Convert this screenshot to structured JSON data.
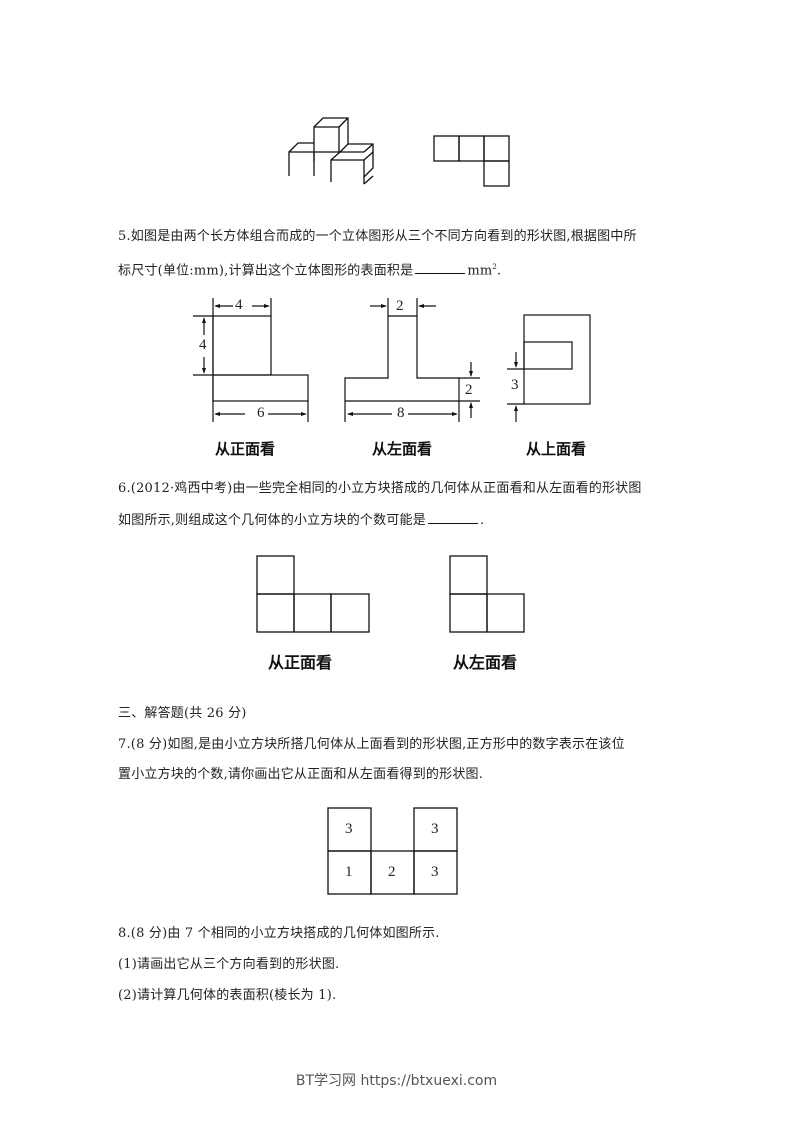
{
  "figure_top": {
    "cube_solid": {
      "description": "stack of small cubes (isometric drawing)"
    },
    "view_shape": {
      "cells": [
        [
          1,
          1,
          1
        ],
        [
          0,
          0,
          1
        ]
      ]
    }
  },
  "q5": {
    "line1": "5.如图是由两个长方体组合而成的一个立体图形从三个不同方向看到的形状图,根据图中所",
    "line2_before": "标尺寸(单位:mm),计算出这个立体图形的表面积是",
    "unit": "mm",
    "unit_sup": "2",
    "line2_after": ".",
    "views": [
      {
        "caption": "从正面看",
        "dims": {
          "top_width": "4",
          "top_height": "4",
          "bottom_width": "6"
        }
      },
      {
        "caption": "从左面看",
        "dims": {
          "top_width": "2",
          "bottom_height": "2",
          "bottom_width": "8"
        }
      },
      {
        "caption": "从上面看",
        "dims": {
          "left_height": "3"
        }
      }
    ]
  },
  "q6": {
    "line1": "6.(2012·鸡西中考)由一些完全相同的小立方块搭成的几何体从正面看和从左面看的形状图",
    "line2_before": "如图所示,则组成这个几何体的小立方块的个数可能是",
    "line2_after": ".",
    "views": [
      {
        "caption": "从正面看"
      },
      {
        "caption": "从左面看"
      }
    ]
  },
  "section3": {
    "title": "三、解答题(共 26 分)"
  },
  "q7": {
    "line1": "7.(8 分)如图,是由小立方块所搭几何体从上面看到的形状图,正方形中的数字表示在该位",
    "line2": "置小立方块的个数,请你画出它从正面和从左面看得到的形状图.",
    "grid": [
      [
        "3",
        "",
        "3"
      ],
      [
        "1",
        "2",
        "3"
      ]
    ]
  },
  "q8": {
    "line1": "8.(8 分)由 7 个相同的小立方块搭成的几何体如图所示.",
    "part1": "(1)请画出它从三个方向看到的形状图.",
    "part2": "(2)请计算几何体的表面积(棱长为 1)."
  },
  "footer": {
    "watermark": "BT学习网 https://btxuexi.com"
  }
}
